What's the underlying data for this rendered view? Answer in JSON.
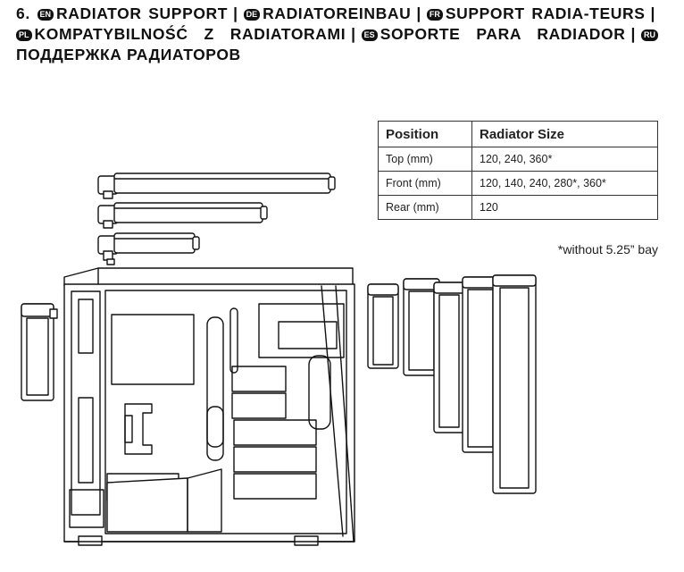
{
  "heading": {
    "number": "6.",
    "segments": [
      {
        "badge": "EN",
        "text": "RADIATOR SUPPORT"
      },
      {
        "badge": "DE",
        "text": "RADIATOREINBAU"
      },
      {
        "badge": "FR",
        "text": "SUPPORT RADIA-TEURS"
      },
      {
        "badge": "PL",
        "text": "KOMPATYBILNOŚĆ Z RADIATORAMI"
      },
      {
        "badge": "ES",
        "text": "SOPORTE PARA RADIADOR"
      },
      {
        "badge": "RU",
        "text": "ПОДДЕРЖКА РАДИАТОРОВ"
      }
    ],
    "separator": "|"
  },
  "table": {
    "headers": [
      "Position",
      "Radiator Size"
    ],
    "rows": [
      [
        "Top (mm)",
        "120, 240, 360*"
      ],
      [
        "Front (mm)",
        "120, 140, 240, 280*, 360*"
      ],
      [
        "Rear (mm)",
        "120"
      ]
    ]
  },
  "footnote": "*without 5.25” bay",
  "icons": {
    "language_badge": "language-code-badge",
    "illustration": "pc-case-exploded-view"
  },
  "colors": {
    "ink": "#111111",
    "background": "#ffffff"
  }
}
